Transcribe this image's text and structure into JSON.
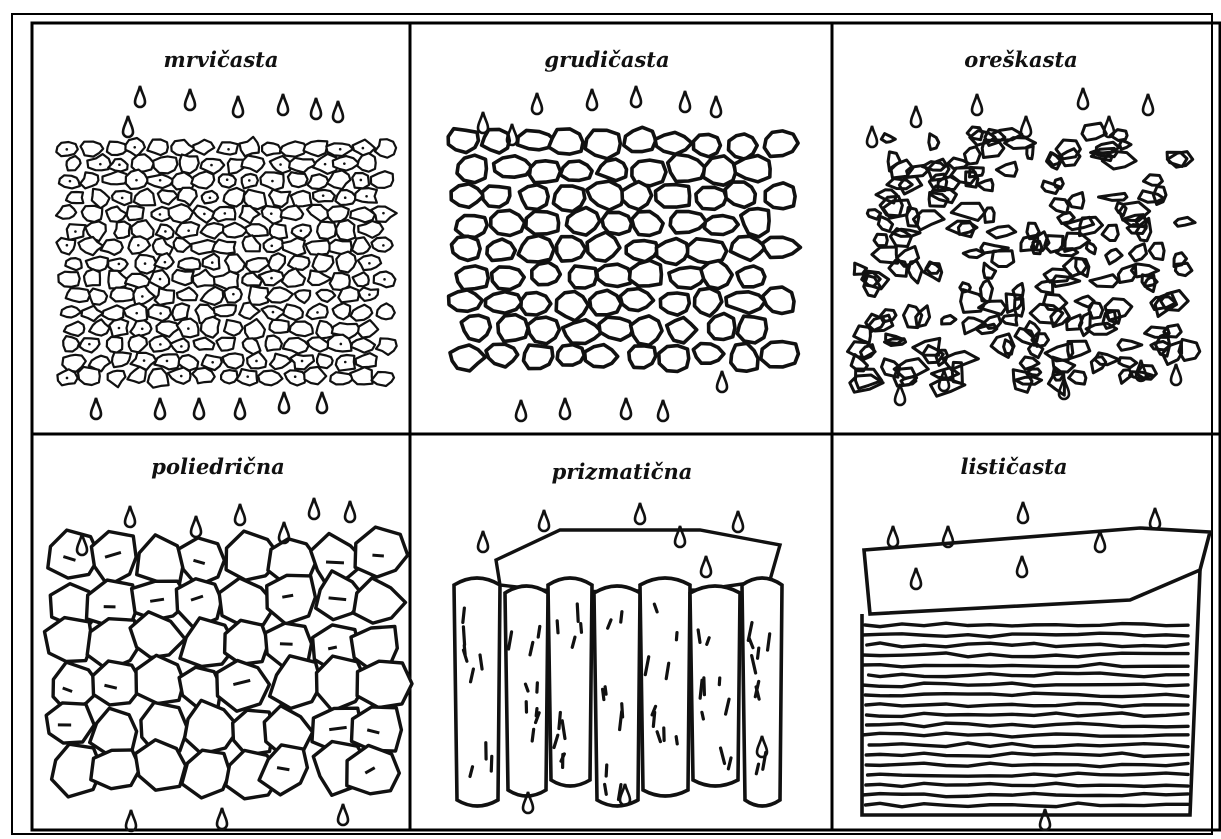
{
  "panels": [
    {
      "id": "crumb",
      "label": "mrvičasta"
    },
    {
      "id": "granular",
      "label": "grudičasta"
    },
    {
      "id": "nutty",
      "label": "oreškasta"
    },
    {
      "id": "polyhedral",
      "label": "poliedrična"
    },
    {
      "id": "prismatic",
      "label": "prizmatična"
    },
    {
      "id": "platy",
      "label": "lističasta"
    }
  ],
  "colors": {
    "ink": "#111111",
    "paper": "#ffffff",
    "frame": "#000000"
  }
}
